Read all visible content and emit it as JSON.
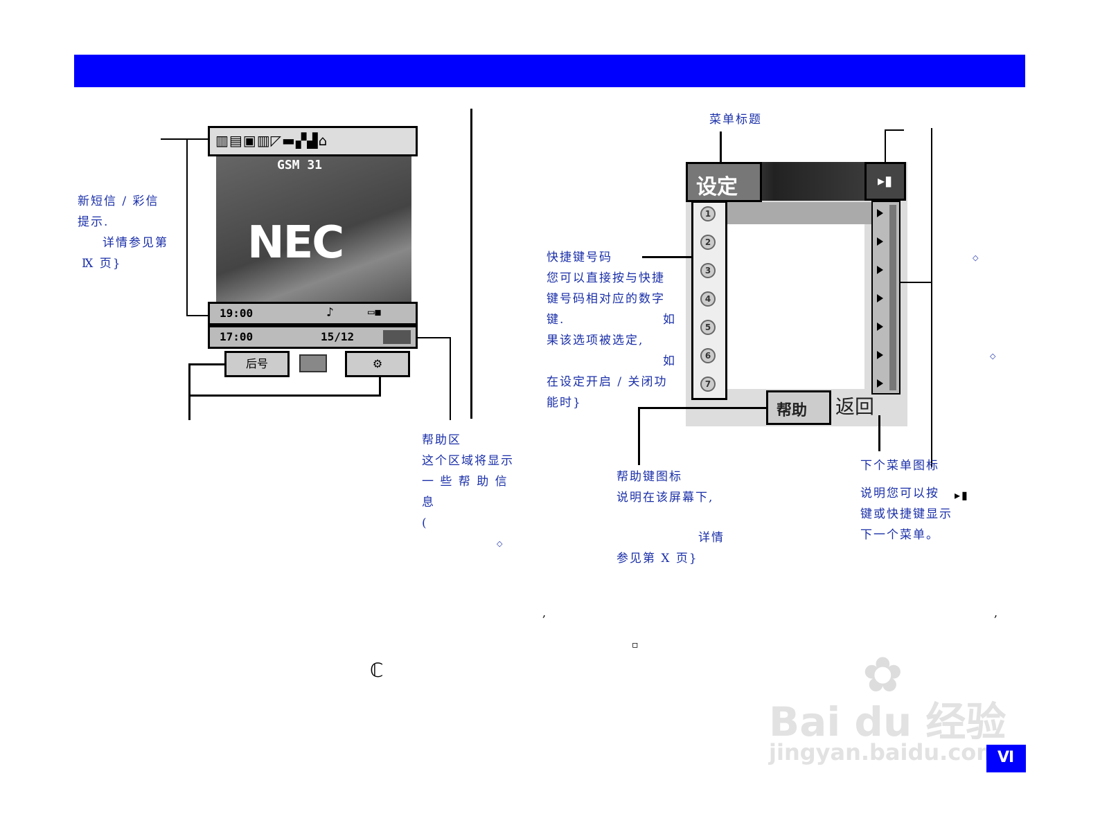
{
  "phone": {
    "network": "GSM 31",
    "brand": "NEC",
    "time1": "19:00",
    "time2": "17:00",
    "date": "15/12",
    "softkey_left": "后号",
    "softkey_right": "⚙"
  },
  "left_callout": {
    "line1": "新短信 / 彩信",
    "line2": "提示.",
    "line3": "详情参见第",
    "line4": "Ⅸ 页}"
  },
  "help_area": {
    "title": "帮助区",
    "line1": "这个区域将显示",
    "line2": "一 些 帮 助 信 息",
    "line3": "(",
    "line4": "◇"
  },
  "menu": {
    "title_label": "菜单标题",
    "title_text": "设定",
    "shortcut_numbers": [
      "1",
      "2",
      "3",
      "4",
      "5",
      "6",
      "7"
    ],
    "help_key": "帮助",
    "back_key": "返回"
  },
  "shortcut_callout": {
    "title": "快捷键号码",
    "line1": "您可以直接按与快捷",
    "line2": "键号码相对应的数字",
    "line3": "键.",
    "line3b": "如",
    "line4": "果该选项被选定,",
    "line5": "如",
    "line6": "在设定开启 / 关闭功",
    "line7": "能时}"
  },
  "help_icon_callout": {
    "title": "帮助键图标",
    "line1": "说明在该屏幕下,",
    "line2": "详情",
    "line3": "参见第 X 页}"
  },
  "next_menu_callout": {
    "title": "下个菜单图标",
    "line1": "说明您可以按",
    "line2": "键或快捷键显示",
    "line3": "下一个菜单。"
  },
  "marks": {
    "diamond": "◇",
    "comma": ",",
    "copyright": "ℂ",
    "square": "▫"
  },
  "watermark": {
    "brand": "Bai du 经验",
    "url": "jingyan.baidu.com"
  },
  "page_number": "Ⅵ",
  "colors": {
    "header_blue": "#0000ff",
    "text_blue": "#1a2fa8"
  }
}
